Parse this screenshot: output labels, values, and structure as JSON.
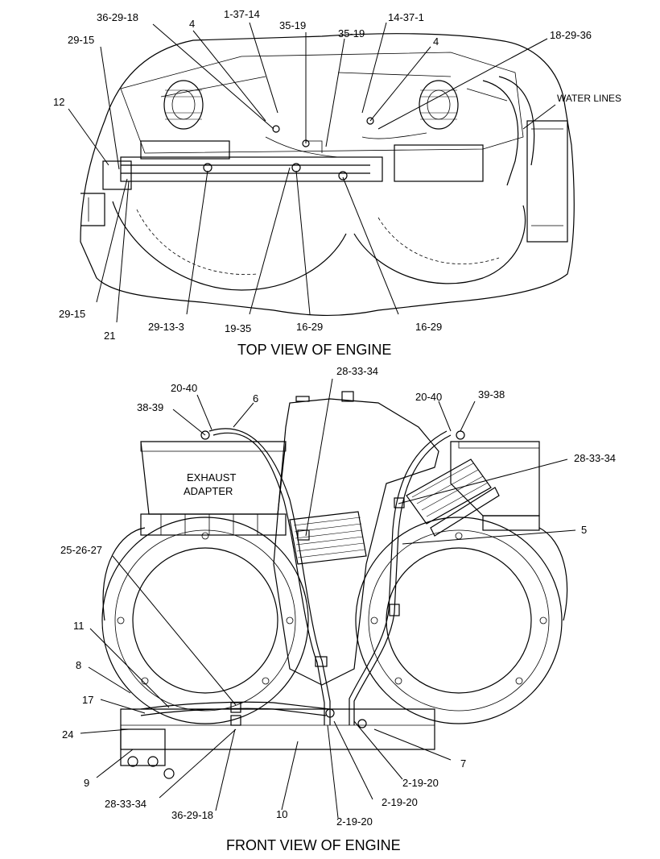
{
  "top_view": {
    "caption": "TOP VIEW OF ENGINE",
    "callouts": [
      "36-29-18",
      "1-37-14",
      "4",
      "35-19",
      "35-19",
      "14-37-1",
      "4",
      "18-29-36",
      "29-15",
      "WATER LINES",
      "12",
      "29-15",
      "21",
      "29-13-3",
      "19-35",
      "16-29",
      "16-29"
    ]
  },
  "front_view": {
    "caption": "FRONT VIEW OF ENGINE",
    "adapter_line1": "EXHAUST",
    "adapter_line2": "ADAPTER",
    "callouts": [
      "28-33-34",
      "20-40",
      "6",
      "20-40",
      "39-38",
      "38-39",
      "28-33-34",
      "5",
      "25-26-27",
      "11",
      "8",
      "17",
      "24",
      "7",
      "9",
      "2-19-20",
      "28-33-34",
      "2-19-20",
      "36-29-18",
      "10",
      "2-19-20"
    ]
  }
}
